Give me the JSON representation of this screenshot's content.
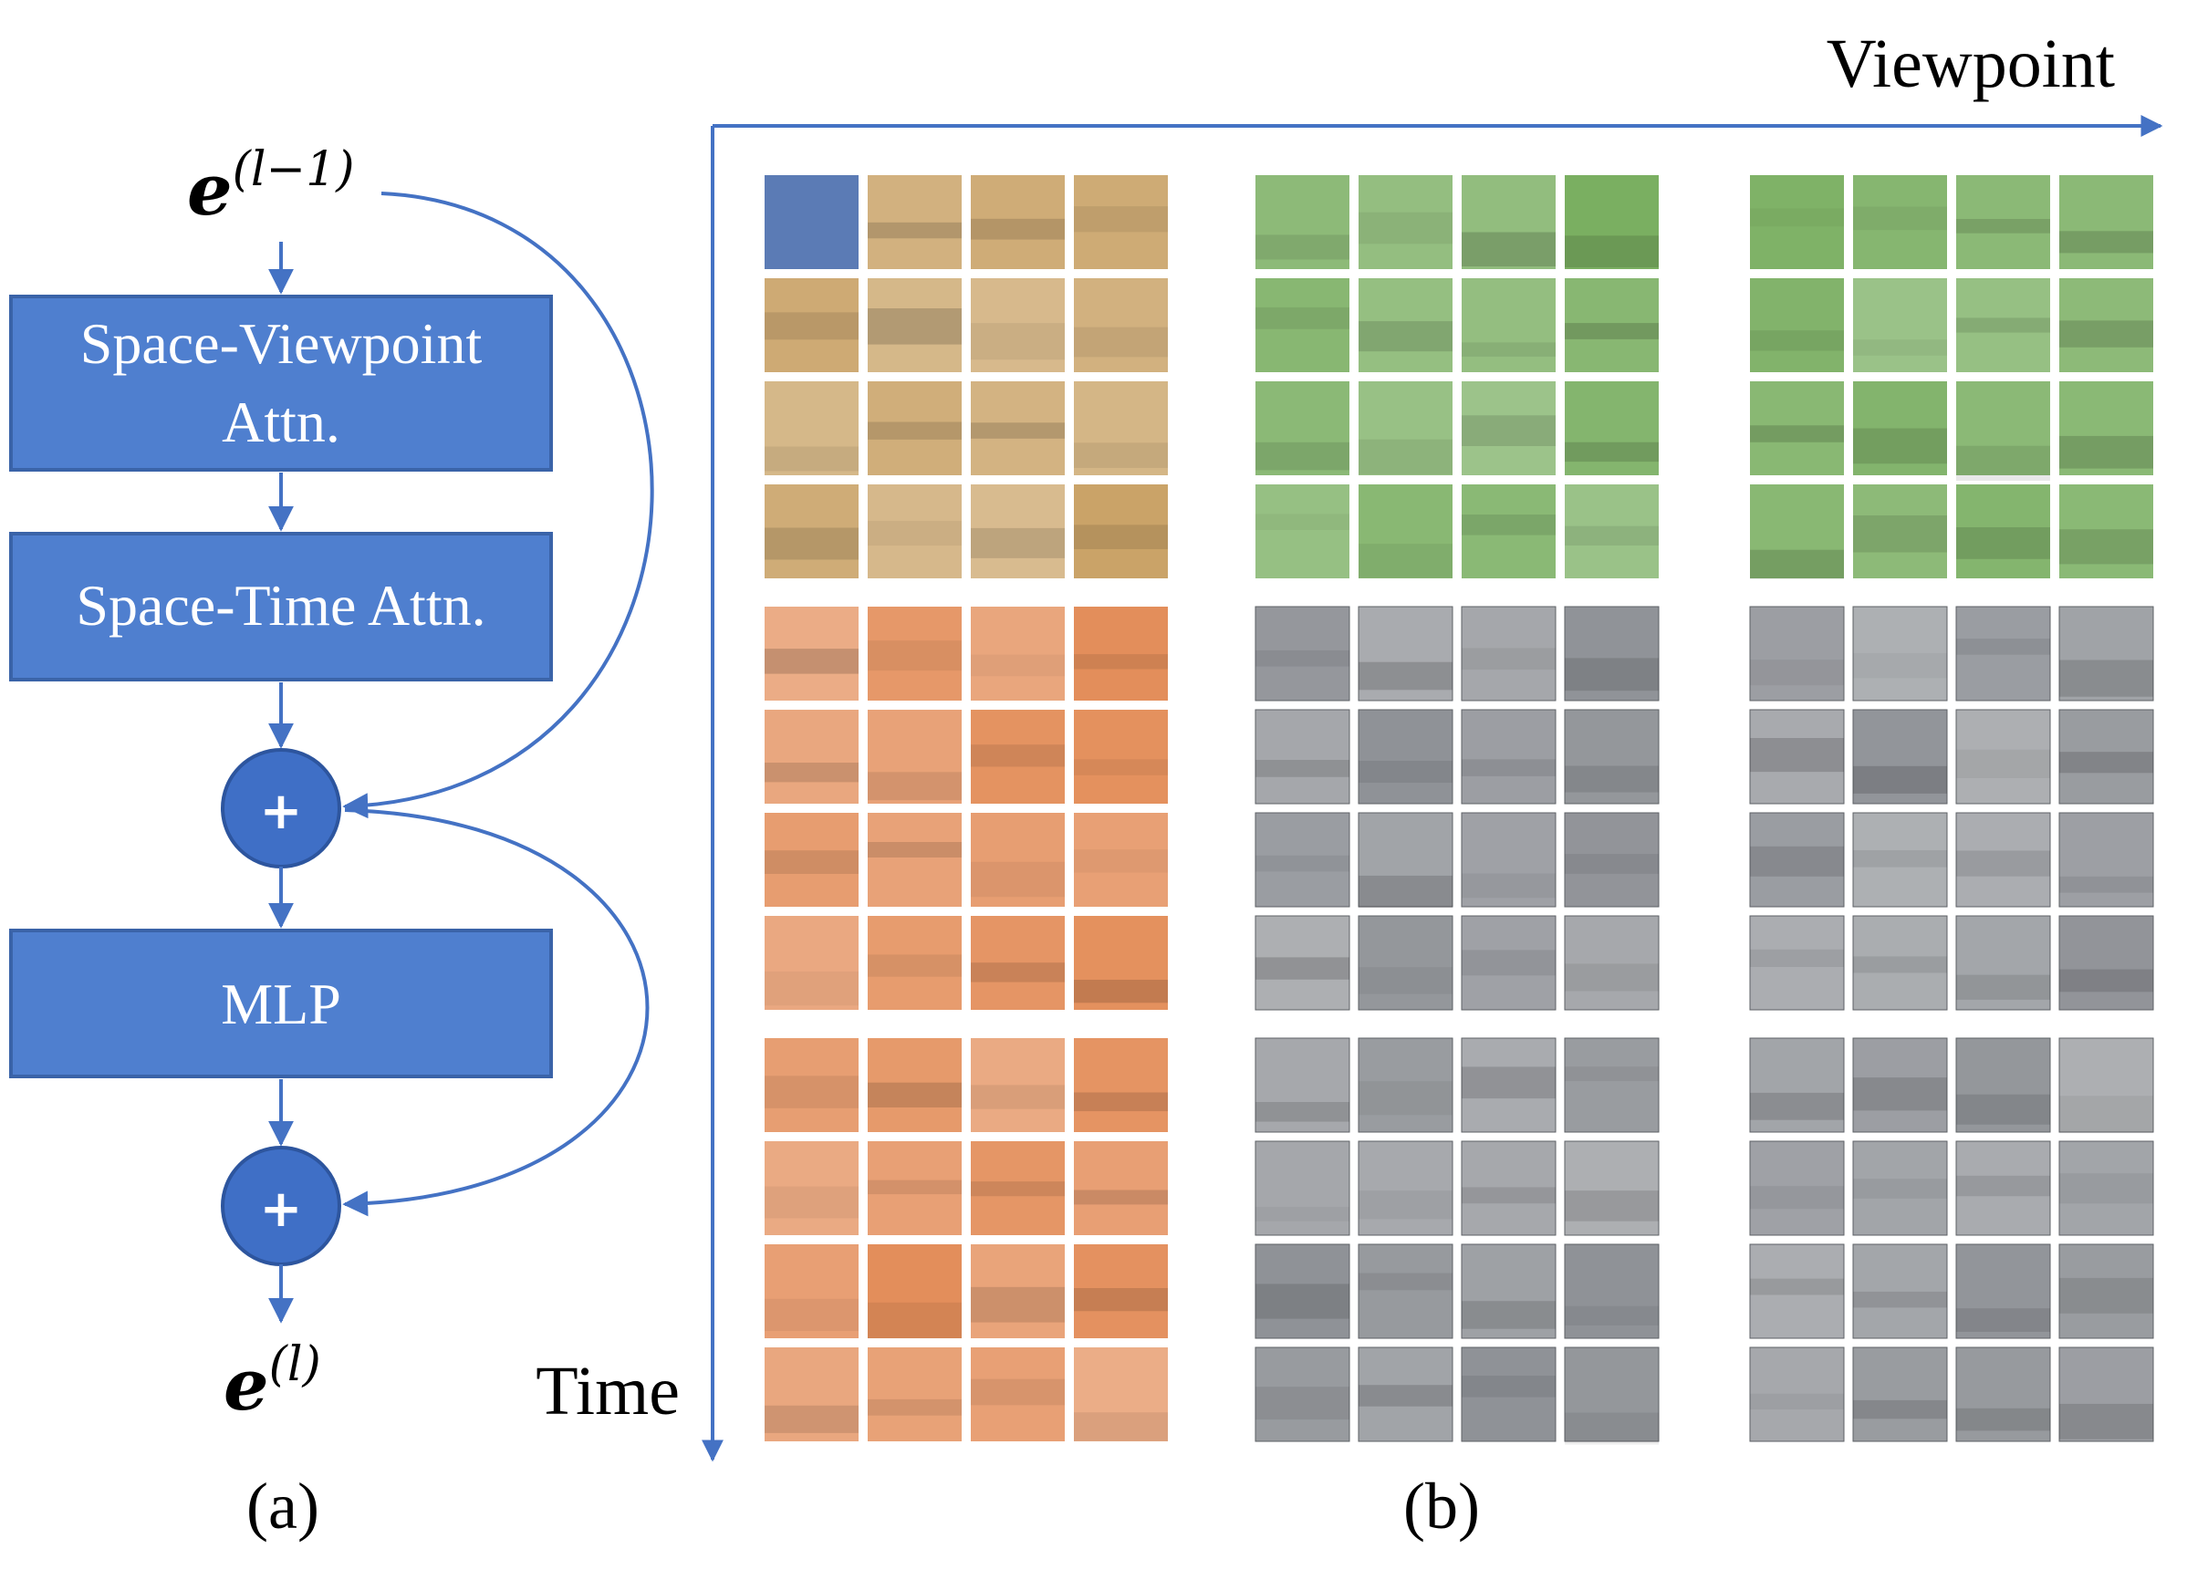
{
  "panel_a": {
    "input_var": "e",
    "input_sup": "(l−1)",
    "output_var": "e",
    "output_sup": "(l)",
    "block1_line1": "Space-Viewpoint",
    "block1_line2": "Attn.",
    "block2": "Space-Time Attn.",
    "block3": "MLP",
    "plus1": "+",
    "plus2": "+",
    "label": "(a)"
  },
  "panel_b": {
    "x_axis_label": "Viewpoint",
    "y_axis_label": "Time",
    "label": "(b)"
  },
  "colors": {
    "block_fill": "#4f7fcf",
    "block_stroke": "#3a63a8",
    "arrow": "#4472c4",
    "circle_fill": "#3f6fc6",
    "highlight_patch": "#5b7bb5",
    "tan_tint": "#c9a266",
    "orange_tint": "#e38d59",
    "green_tint": "#77ad5e",
    "photo_tint": "#8e9196"
  }
}
